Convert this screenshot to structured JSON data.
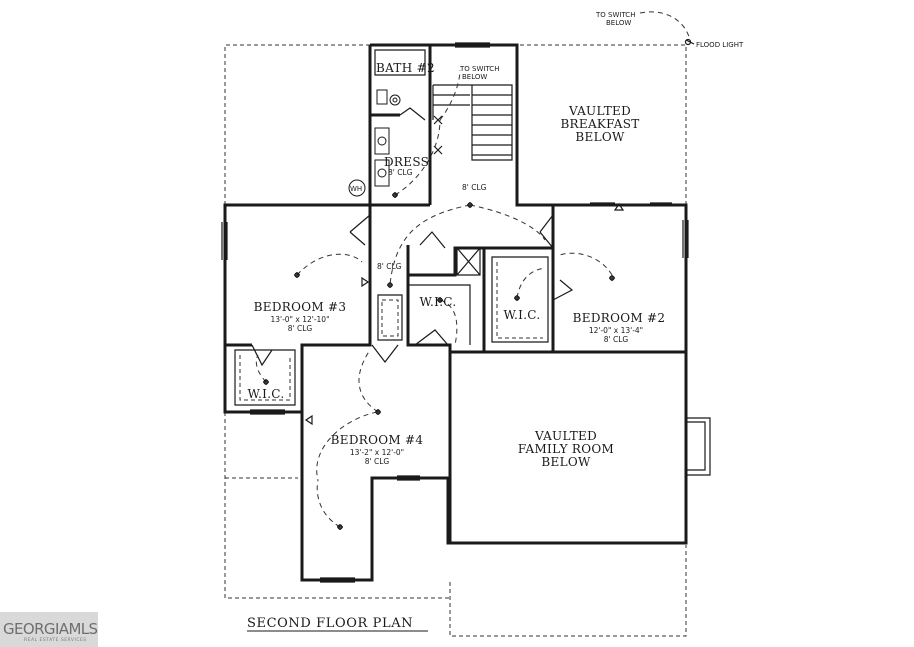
{
  "plan": {
    "title": "SECOND FLOOR PLAN",
    "rooms": {
      "bath": "BATH #2",
      "dress": "DRESS",
      "dress_ceiling": "8' CLG",
      "water_heater": "WH",
      "breakfast": [
        "VAULTED",
        "BREAKFAST",
        "BELOW"
      ],
      "bedroom3": {
        "name": "BEDROOM #3",
        "size": "13'-0\" x 12'-10\"",
        "ceiling": "8' CLG"
      },
      "bedroom2": {
        "name": "BEDROOM #2",
        "size": "12'-0\" x 13'-4\"",
        "ceiling": "8' CLG"
      },
      "bedroom4": {
        "name": "BEDROOM #4",
        "size": "13'-2\" x 12'-0\"",
        "ceiling": "8' CLG"
      },
      "family": [
        "VAULTED",
        "FAMILY ROOM",
        "BELOW"
      ],
      "wic": "W.I.C."
    },
    "notes": {
      "switch_top": [
        "TO SWITCH",
        "BELOW"
      ],
      "switch_stair": [
        "TO SWITCH",
        "BELOW"
      ],
      "flood_light": "FLOOD LIGHT",
      "hall_ceiling": "8' CLG",
      "hall2_ceiling": "8' CLG"
    }
  },
  "watermark": {
    "brand": "GEORGIAMLS",
    "subtitle": "REAL ESTATE SERVICES"
  }
}
